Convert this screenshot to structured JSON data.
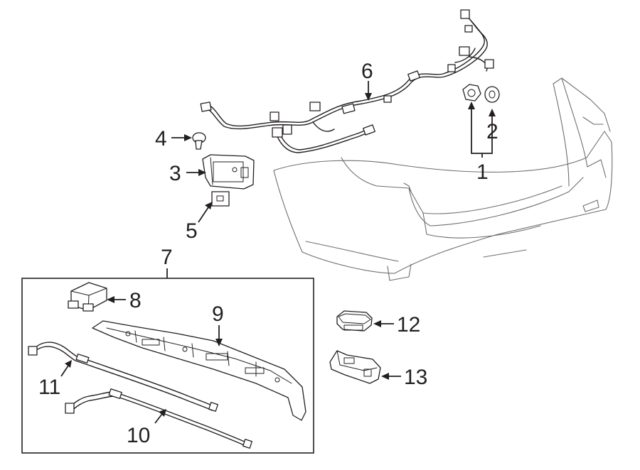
{
  "callouts": {
    "c1": "1",
    "c2": "2",
    "c3": "3",
    "c4": "4",
    "c5": "5",
    "c6": "6",
    "c7": "7",
    "c8": "8",
    "c9": "9",
    "c10": "10",
    "c11": "11",
    "c12": "12",
    "c13": "13"
  },
  "colors": {
    "ink": "#231f20",
    "bumper": "#6d6e71",
    "background": "#ffffff"
  }
}
